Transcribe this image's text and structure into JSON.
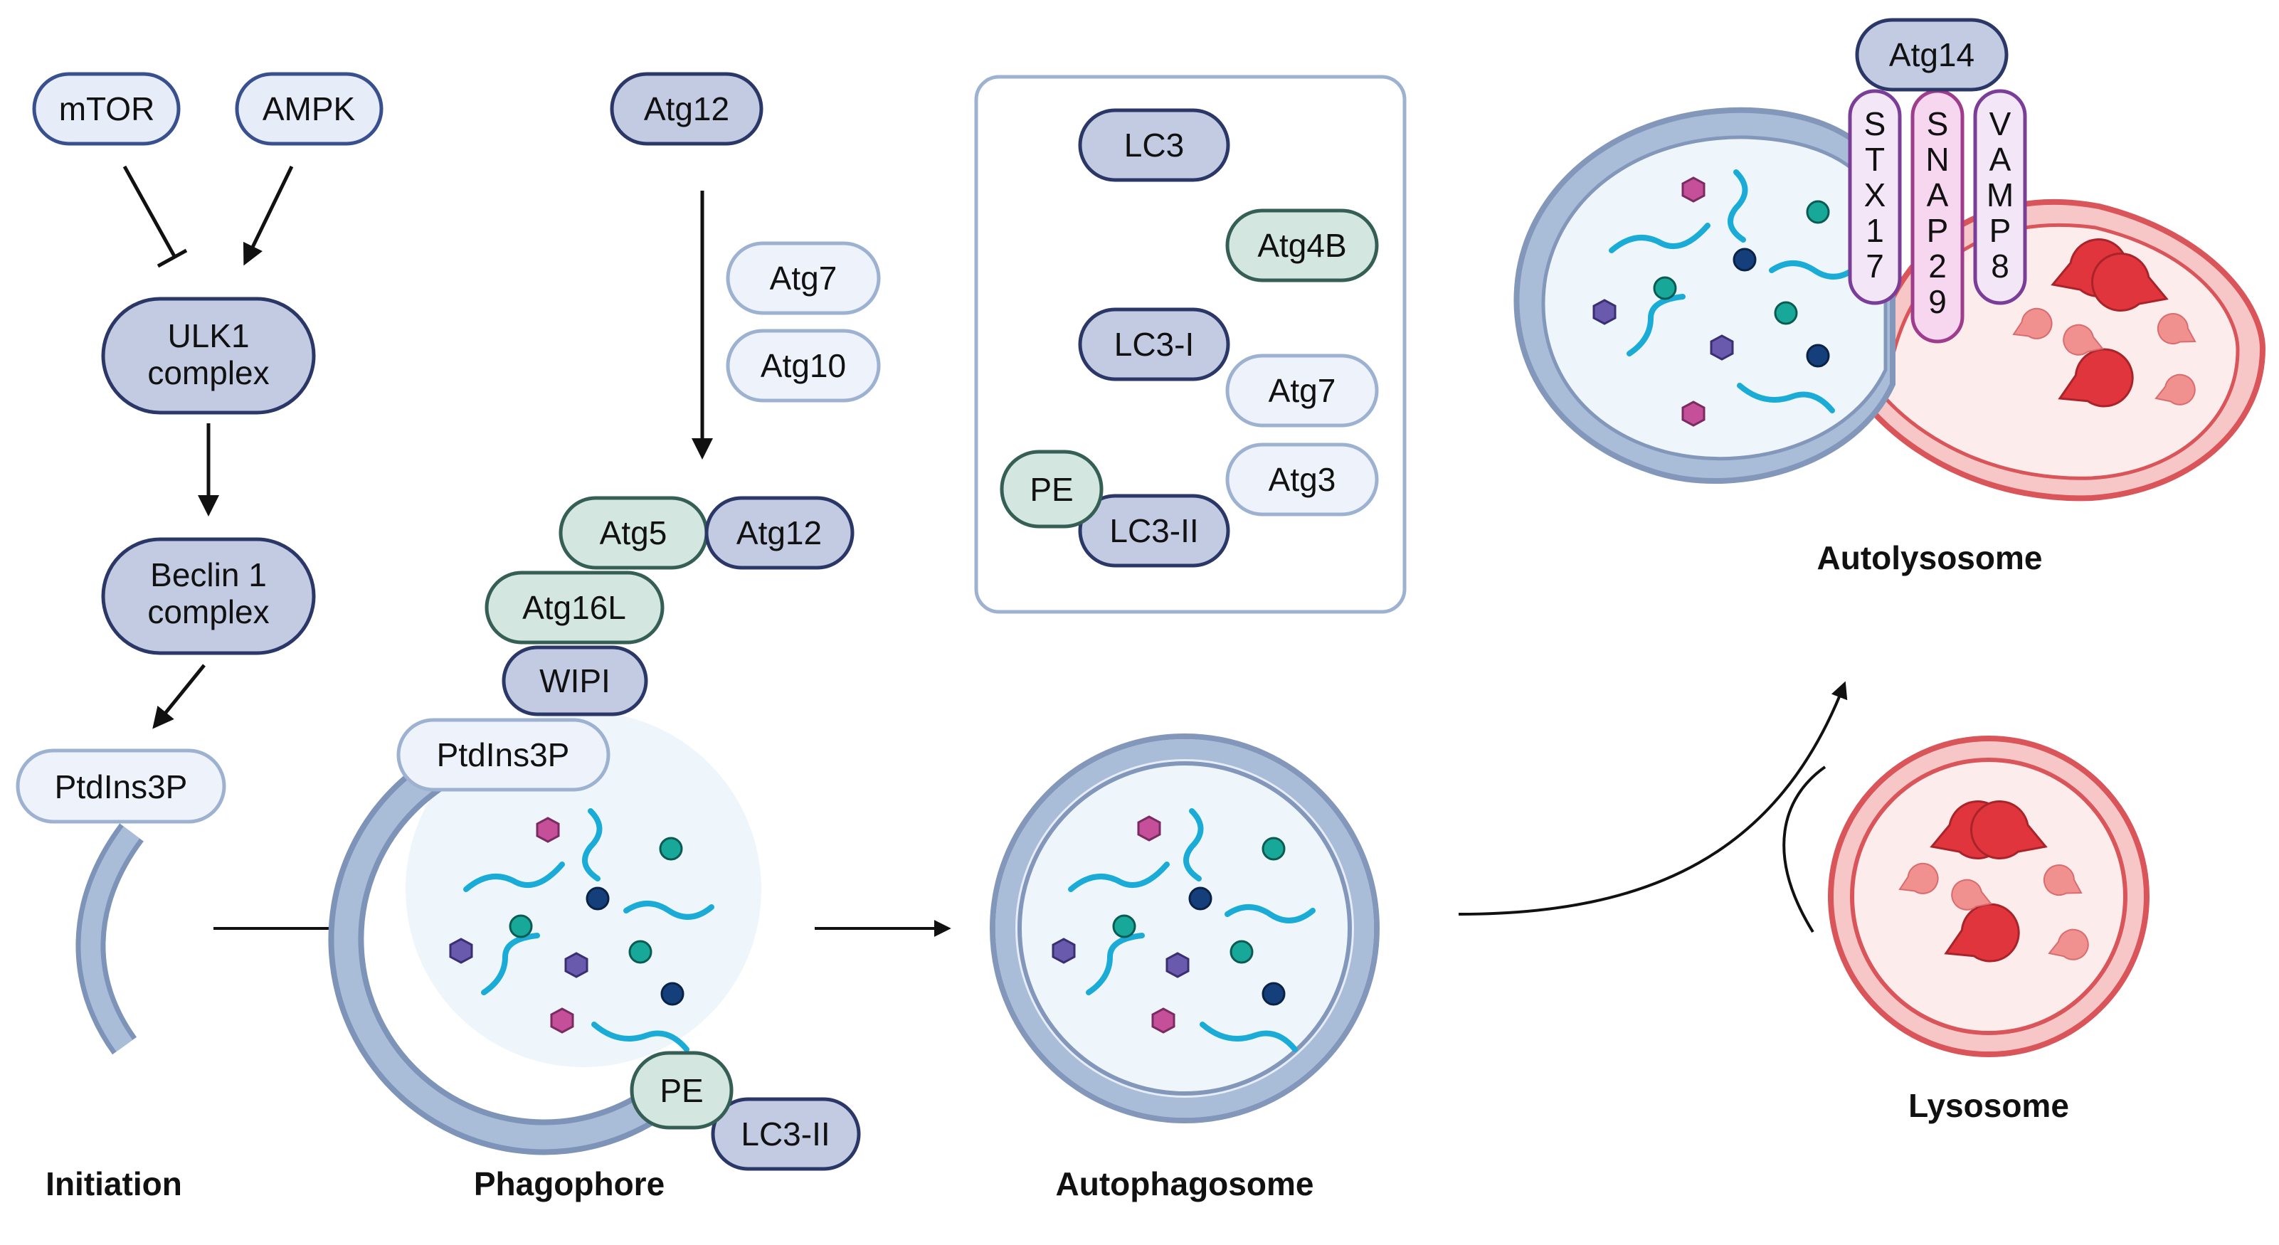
{
  "stages": {
    "initiation": "Initiation",
    "phagophore": "Phagophore",
    "autophagosome": "Autophagosome",
    "lysosome": "Lysosome",
    "autolysosome": "Autolysosome"
  },
  "signaling": {
    "mtor": "mTOR",
    "ampk": "AMPK",
    "ulk1_line1": "ULK1",
    "ulk1_line2": "complex",
    "beclin_line1": "Beclin 1",
    "beclin_line2": "complex",
    "ptdins3p": "PtdIns3P"
  },
  "conjugation": {
    "atg12_top": "Atg12",
    "atg7": "Atg7",
    "atg10": "Atg10",
    "atg5": "Atg5",
    "atg12_complex": "Atg12",
    "atg16l": "Atg16L",
    "wipi": "WIPI",
    "ptdins3p_phago": "PtdIns3P",
    "pe_phago": "PE",
    "lc3ii_phago": "LC3-II"
  },
  "lc3_panel": {
    "lc3": "LC3",
    "atg4b": "Atg4B",
    "lc3_i": "LC3-I",
    "atg7": "Atg7",
    "atg3": "Atg3",
    "pe": "PE",
    "lc3_ii": "LC3-II"
  },
  "fusion": {
    "atg14": "Atg14",
    "stx17": [
      "S",
      "T",
      "X",
      "1",
      "7"
    ],
    "snap29": [
      "S",
      "N",
      "A",
      "P",
      "2",
      "9"
    ],
    "vamp8": [
      "V",
      "A",
      "M",
      "P",
      "8"
    ]
  },
  "colors": {
    "pale_blue_fill": "#e6ecf8",
    "pale_blue_stroke": "#39508e",
    "slate_fill": "#c3cbe3",
    "slate_stroke": "#2a3767",
    "green_fill": "#d3e6df",
    "green_stroke": "#355f55",
    "membrane": "#9db2d1",
    "lysosome_membrane": "#e06a6d",
    "lysosome_fill": "#fbdfe0",
    "purple": "#8f4d9f",
    "teal": "#18a89a",
    "navy": "#143f7a",
    "cyan_strand": "#1aacd6"
  }
}
